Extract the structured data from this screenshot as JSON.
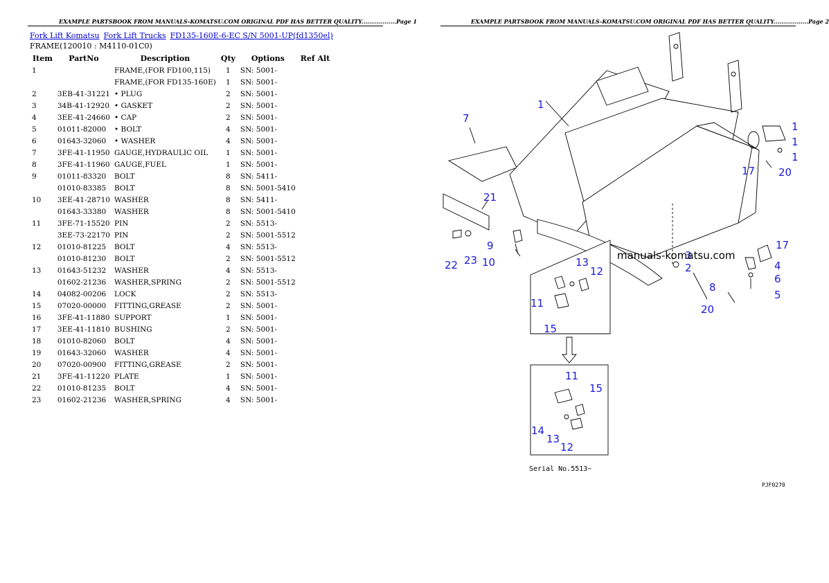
{
  "page1_header": "EXAMPLE PARTSBOOK FROM MANUALS-KOMATSU.COM ORIGINAL PDF HAS BETTER QUALITY..................Page 1",
  "page2_header": "EXAMPLE PARTSBOOK FROM MANUALS-KOMATSU.COM ORIGINAL PDF HAS BETTER QUALITY..................Page 2",
  "breadcrumbs": [
    "Fork Lift Komatsu",
    "Fork Lift Trucks",
    "FD135-160E-6-EC S/N 5001-UP(fd1350el)"
  ],
  "section_title": "FRAME(120010 : M4110-01C0)",
  "columns": [
    "Item",
    "PartNo",
    "Description",
    "Qty",
    "Options",
    "Ref Alt"
  ],
  "rows": [
    {
      "item": "1",
      "partno": "",
      "desc": "FRAME,(FOR FD100,115)",
      "qty": "1",
      "opt": "SN: 5001-"
    },
    {
      "item": "",
      "partno": "",
      "desc": "FRAME,(FOR FD135-160E)",
      "qty": "1",
      "opt": "SN: 5001-"
    },
    {
      "item": "2",
      "partno": "3EB-41-31221",
      "desc": "• PLUG",
      "qty": "2",
      "opt": "SN: 5001-"
    },
    {
      "item": "3",
      "partno": "34B-41-12920",
      "desc": "• GASKET",
      "qty": "2",
      "opt": "SN: 5001-"
    },
    {
      "item": "4",
      "partno": "3EE-41-24660",
      "desc": "• CAP",
      "qty": "2",
      "opt": "SN: 5001-"
    },
    {
      "item": "5",
      "partno": "01011-82000",
      "desc": "• BOLT",
      "qty": "4",
      "opt": "SN: 5001-"
    },
    {
      "item": "6",
      "partno": "01643-32060",
      "desc": "• WASHER",
      "qty": "4",
      "opt": "SN: 5001-"
    },
    {
      "item": "7",
      "partno": "3FE-41-11950",
      "desc": "GAUGE,HYDRAULIC OIL",
      "qty": "1",
      "opt": "SN: 5001-"
    },
    {
      "item": "8",
      "partno": "3FE-41-11960",
      "desc": "GAUGE,FUEL",
      "qty": "1",
      "opt": "SN: 5001-"
    },
    {
      "item": "9",
      "partno": "01011-83320",
      "desc": "BOLT",
      "qty": "8",
      "opt": "SN: 5411-"
    },
    {
      "item": "",
      "partno": "01010-83385",
      "desc": "BOLT",
      "qty": "8",
      "opt": "SN: 5001-5410"
    },
    {
      "item": "10",
      "partno": "3EE-41-28710",
      "desc": "WASHER",
      "qty": "8",
      "opt": "SN: 5411-"
    },
    {
      "item": "",
      "partno": "01643-33380",
      "desc": "WASHER",
      "qty": "8",
      "opt": "SN: 5001-5410"
    },
    {
      "item": "11",
      "partno": "3FE-71-15520",
      "desc": "PIN",
      "qty": "2",
      "opt": "SN: 5513-"
    },
    {
      "item": "",
      "partno": "3EE-73-22170",
      "desc": "PIN",
      "qty": "2",
      "opt": "SN: 5001-5512"
    },
    {
      "item": "12",
      "partno": "01010-81225",
      "desc": "BOLT",
      "qty": "4",
      "opt": "SN: 5513-"
    },
    {
      "item": "",
      "partno": "01010-81230",
      "desc": "BOLT",
      "qty": "2",
      "opt": "SN: 5001-5512"
    },
    {
      "item": "13",
      "partno": "01643-51232",
      "desc": "WASHER",
      "qty": "4",
      "opt": "SN: 5513-"
    },
    {
      "item": "",
      "partno": "01602-21236",
      "desc": "WASHER,SPRING",
      "qty": "2",
      "opt": "SN: 5001-5512"
    },
    {
      "item": "14",
      "partno": "04082-00206",
      "desc": "LOCK",
      "qty": "2",
      "opt": "SN: 5513-"
    },
    {
      "item": "15",
      "partno": "07020-00000",
      "desc": "FITTING,GREASE",
      "qty": "2",
      "opt": "SN: 5001-"
    },
    {
      "item": "16",
      "partno": "3FE-41-11880",
      "desc": "SUPPORT",
      "qty": "1",
      "opt": "SN: 5001-"
    },
    {
      "item": "17",
      "partno": "3EE-41-11810",
      "desc": "BUSHING",
      "qty": "2",
      "opt": "SN: 5001-"
    },
    {
      "item": "18",
      "partno": "01010-82060",
      "desc": "BOLT",
      "qty": "4",
      "opt": "SN: 5001-"
    },
    {
      "item": "19",
      "partno": "01643-32060",
      "desc": "WASHER",
      "qty": "4",
      "opt": "SN: 5001-"
    },
    {
      "item": "20",
      "partno": "07020-00900",
      "desc": "FITTING,GREASE",
      "qty": "2",
      "opt": "SN: 5001-"
    },
    {
      "item": "21",
      "partno": "3FE-41-11220",
      "desc": "PLATE",
      "qty": "1",
      "opt": "SN: 5001-"
    },
    {
      "item": "22",
      "partno": "01010-81235",
      "desc": "BOLT",
      "qty": "4",
      "opt": "SN: 5001-"
    },
    {
      "item": "23",
      "partno": "01602-21236",
      "desc": "WASHER,SPRING",
      "qty": "4",
      "opt": "SN: 5001-"
    }
  ],
  "diagram": {
    "watermark": "manuals-komatsu.com",
    "serial_label": "Serial No.5513~",
    "ref_code": "PJF0270",
    "callouts": [
      "7",
      "1",
      "1",
      "1",
      "1",
      "17",
      "20",
      "21",
      "9",
      "22",
      "23",
      "10",
      "3",
      "2",
      "17",
      "4",
      "6",
      "5",
      "8",
      "20",
      "13",
      "12",
      "11",
      "15",
      "11",
      "15",
      "14",
      "13",
      "12"
    ]
  }
}
